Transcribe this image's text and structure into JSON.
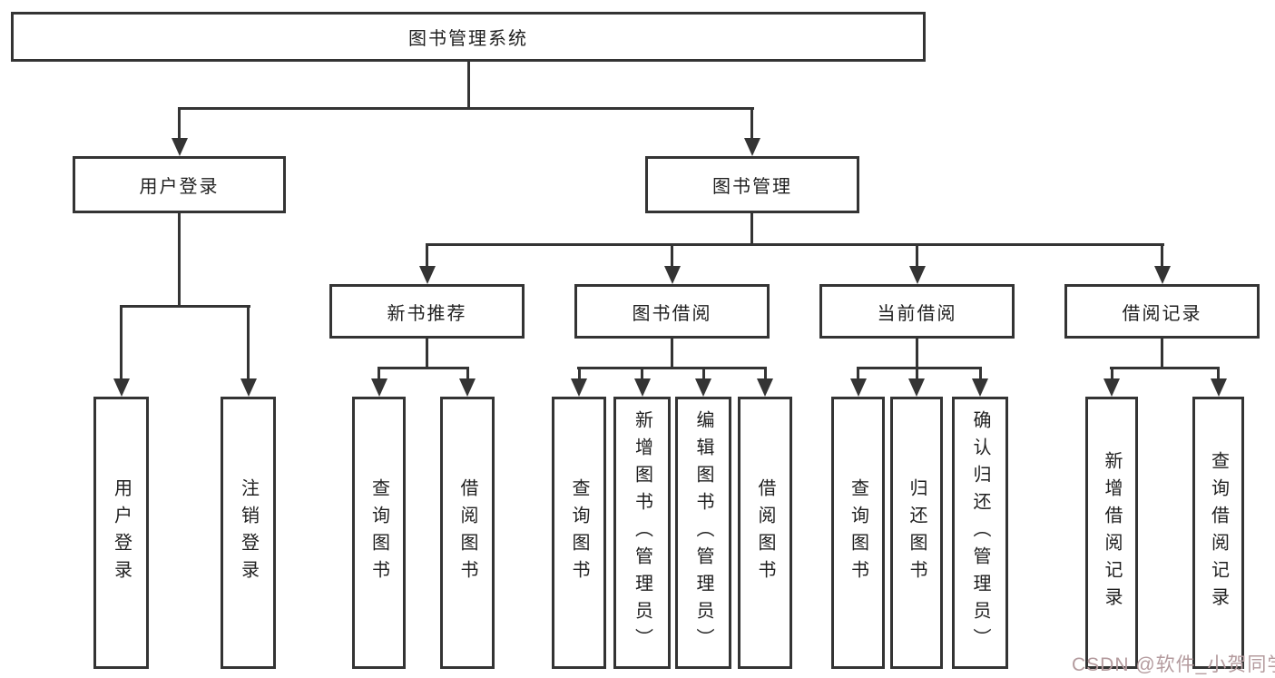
{
  "diagram": {
    "watermark": "CSDN @软件_小贺同学",
    "colors": {
      "line": "#343434",
      "text": "#1f1f1f",
      "watermark": "#b49b9e"
    },
    "root": {
      "label": "图书管理系统",
      "children": [
        {
          "label": "用户登录",
          "children": [
            {
              "label": "用户登录"
            },
            {
              "label": "注销登录"
            }
          ]
        },
        {
          "label": "图书管理",
          "children": [
            {
              "label": "新书推荐",
              "children": [
                {
                  "label": "查询图书"
                },
                {
                  "label": "借阅图书"
                }
              ]
            },
            {
              "label": "图书借阅",
              "children": [
                {
                  "label": "查询图书"
                },
                {
                  "label": "新增图书（管理员）"
                },
                {
                  "label": "编辑图书（管理员）"
                },
                {
                  "label": "借阅图书"
                }
              ]
            },
            {
              "label": "当前借阅",
              "children": [
                {
                  "label": "查询图书"
                },
                {
                  "label": "归还图书"
                },
                {
                  "label": "确认归还（管理员）"
                }
              ]
            },
            {
              "label": "借阅记录",
              "children": [
                {
                  "label": "新增借阅记录"
                },
                {
                  "label": "查询借阅记录"
                }
              ]
            }
          ]
        }
      ]
    }
  }
}
